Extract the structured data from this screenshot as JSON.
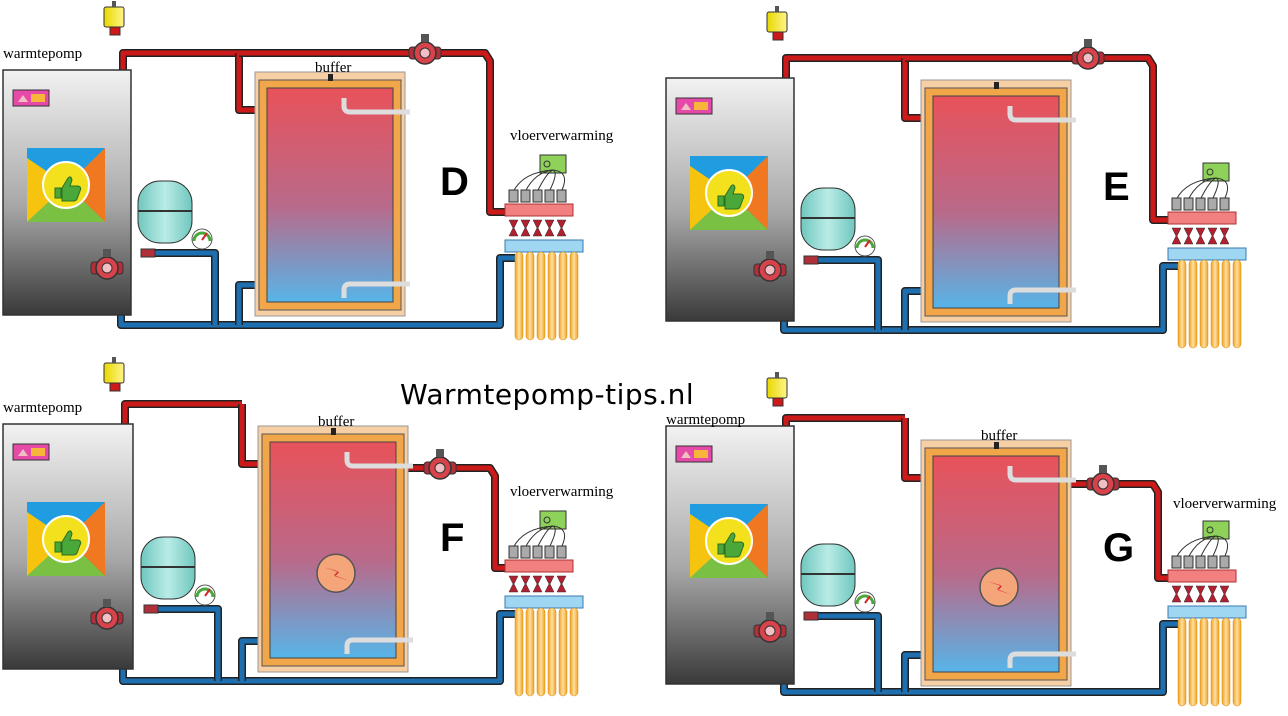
{
  "site_title": "Warmtepomp-tips.nl",
  "panels": [
    {
      "id": "D",
      "letter": "D",
      "heatpump_label": "warmtepomp",
      "buffer_label": "buffer",
      "floor_label": "vloerverwarming",
      "has_heater": false
    },
    {
      "id": "E",
      "letter": "E",
      "heatpump_label": "",
      "buffer_label": "",
      "floor_label": "",
      "has_heater": false
    },
    {
      "id": "F",
      "letter": "F",
      "heatpump_label": "warmtepomp",
      "buffer_label": "buffer",
      "floor_label": "vloerverwarming",
      "has_heater": true
    },
    {
      "id": "G",
      "letter": "G",
      "heatpump_label": "warmtepomp",
      "buffer_label": "buffer",
      "floor_label": "vloerverwarming",
      "has_heater": true
    }
  ],
  "colors": {
    "hot_pipe": "#cc1a1a",
    "cold_pipe": "#1e6fb0",
    "buffer_jacket": "#f2a64a",
    "heatpump_panel": "#8a8a8a",
    "expansion_vessel": "#8fd7cf",
    "floor_loops": "#f7b53a"
  }
}
